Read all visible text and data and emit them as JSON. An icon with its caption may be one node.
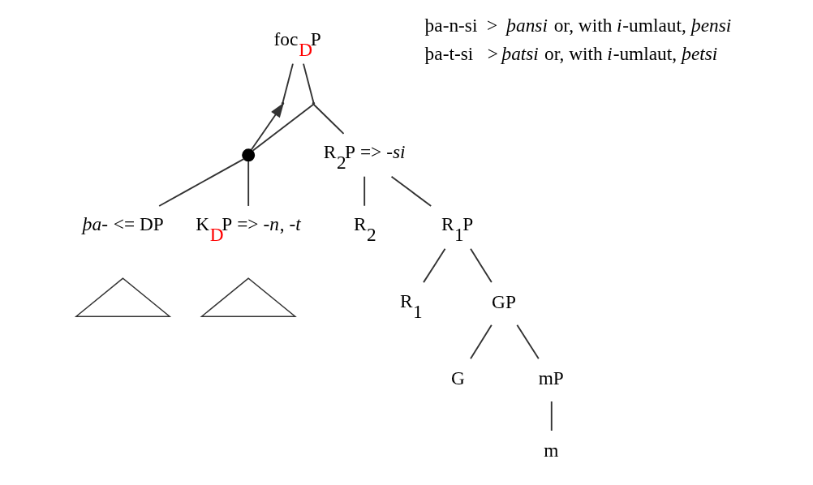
{
  "diagram": {
    "nodes": [
      {
        "text": [
          "foc$_{D}$P"
        ]
      },
      {
        "text": [],
        "shape": "point"
      },
      {
        "text": [],
        "shape": "point"
      },
      {
        "text": [
          "R$_{2}$P => *-si*"
        ]
      },
      {
        "text": [
          "R$_{2}$"
        ]
      },
      {
        "text": [
          "R$_{1}$P"
        ]
      },
      {
        "text": [
          "R$_{1}$"
        ]
      },
      {
        "text": [
          "GP"
        ]
      },
      {
        "text": [
          "G"
        ]
      },
      {
        "text": [
          "mP"
        ]
      },
      {
        "text": [
          "m"
        ]
      },
      {
        "text": [],
        "shape": "circle"
      },
      {
        "text": [
          "*þa-* <= DP"
        ]
      },
      {
        "text": [],
        "shape": "triangle"
      },
      {
        "text": [
          "K$_{D}$P => *-n*, *-t*"
        ]
      },
      {
        "text": [],
        "shape": "triangle"
      }
    ],
    "edges": [
      {
        "from": 0,
        "to": 1,
        "arrow": "none"
      },
      {
        "from": 0,
        "to": 2,
        "arrow": "none"
      },
      {
        "from": 2,
        "to": 11,
        "arrow": "none"
      },
      {
        "from": 2,
        "to": 3,
        "arrow": "none"
      },
      {
        "from": 3,
        "to": 4,
        "arrow": "none"
      },
      {
        "from": 3,
        "to": 5,
        "arrow": "none"
      },
      {
        "from": 5,
        "to": 6,
        "arrow": "none"
      },
      {
        "from": 5,
        "to": 7,
        "arrow": "none"
      },
      {
        "from": 7,
        "to": 8,
        "arrow": "none"
      },
      {
        "from": 7,
        "to": 9,
        "arrow": "none"
      },
      {
        "from": 9,
        "to": 10,
        "arrow": "none"
      },
      {
        "from": 11,
        "to": 12,
        "arrow": "none"
      },
      {
        "from": 11,
        "to": 14,
        "arrow": "none"
      },
      {
        "from": 11,
        "to": 1,
        "arrow": "to"
      }
    ],
    "labels": [
      "þa-n-si  >  *þansi* or, with *i*-umlaut, *þensi*",
      "þa-t-si   > *þatsi* or, with *i*-umlaut, *þetsi*"
    ]
  }
}
